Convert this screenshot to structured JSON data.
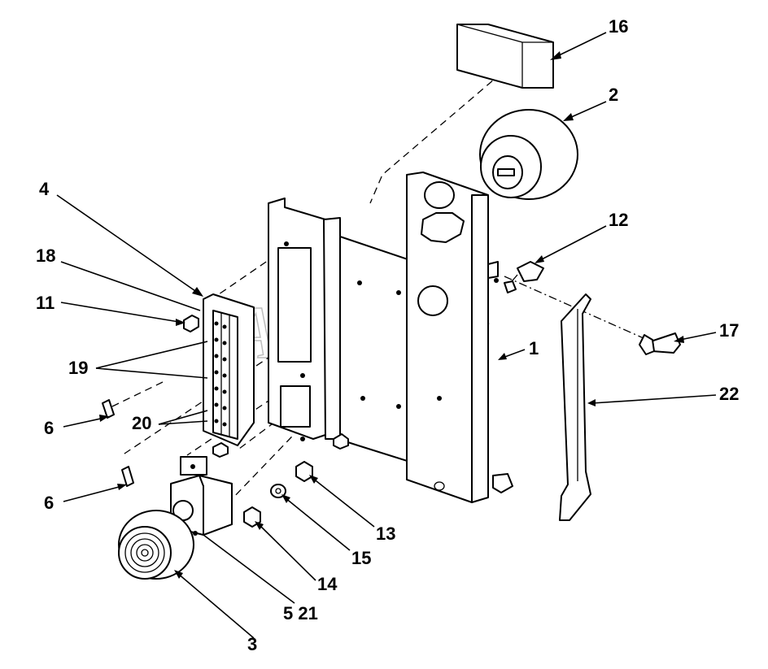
{
  "watermark": "AutoSoft",
  "callouts": [
    {
      "id": "16",
      "text": "16"
    },
    {
      "id": "2",
      "text": "2"
    },
    {
      "id": "4",
      "text": "4"
    },
    {
      "id": "18",
      "text": "18"
    },
    {
      "id": "12",
      "text": "12"
    },
    {
      "id": "11",
      "text": "11"
    },
    {
      "id": "17",
      "text": "17"
    },
    {
      "id": "19",
      "text": "19"
    },
    {
      "id": "1",
      "text": "1"
    },
    {
      "id": "22",
      "text": "22"
    },
    {
      "id": "6a",
      "text": "6"
    },
    {
      "id": "20",
      "text": "20"
    },
    {
      "id": "6b",
      "text": "6"
    },
    {
      "id": "13",
      "text": "13"
    },
    {
      "id": "15",
      "text": "15"
    },
    {
      "id": "14",
      "text": "14"
    },
    {
      "id": "5-21",
      "text": "5 21"
    },
    {
      "id": "3",
      "text": "3"
    }
  ],
  "colors": {
    "line": "#000000",
    "background": "#ffffff",
    "watermark": "#bdbdbd"
  }
}
